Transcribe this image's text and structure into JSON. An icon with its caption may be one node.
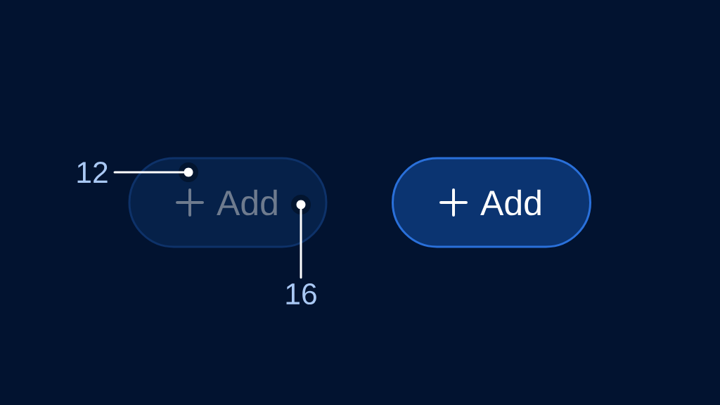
{
  "diagram": {
    "nodes": [
      {
        "text": [
          "12"
        ]
      },
      {
        "text": [
          "Add"
        ]
      },
      {
        "text": [],
        "shape": "circle",
        "in": 1
      },
      {
        "text": [],
        "shape": "circle",
        "in": 1
      },
      {
        "text": [
          "16"
        ]
      },
      {
        "text": [
          "Add"
        ]
      }
    ],
    "edges": [
      {
        "from": 0,
        "to": 2,
        "arrow": "none"
      },
      {
        "from": 4,
        "to": 3,
        "arrow": "none"
      }
    ]
  }
}
